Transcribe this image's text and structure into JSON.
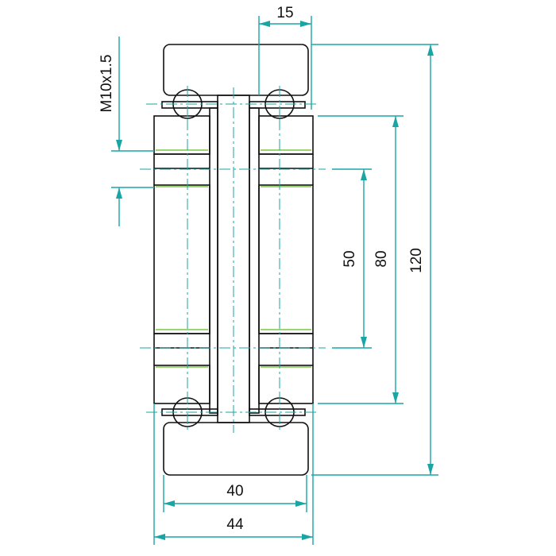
{
  "drawing": {
    "dimensions": {
      "top_width": "15",
      "thread": "M10x1.5",
      "hole_spacing": "50",
      "inner_height": "80",
      "overall_height": "120",
      "inner_width": "40",
      "outer_width": "44"
    },
    "colors": {
      "hatch": "#e8312f",
      "dimension": "#1aa5a5",
      "outline": "#111111",
      "thread_line": "#7ac943"
    }
  }
}
